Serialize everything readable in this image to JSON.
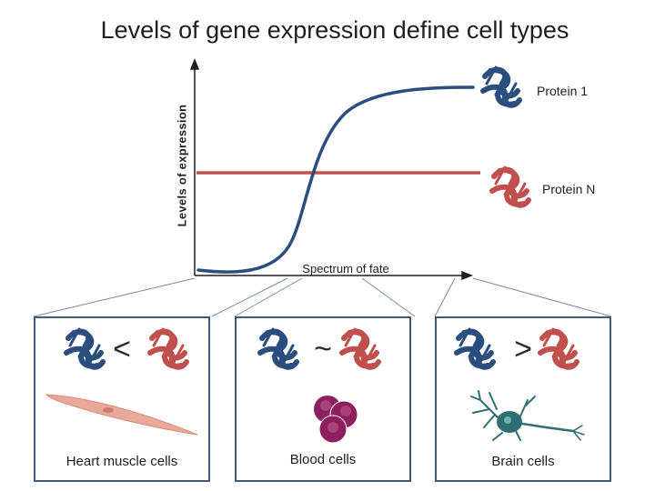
{
  "title": "Levels of gene expression define cell types",
  "y_axis_label": "Levels of expression",
  "x_axis_label": "Spectrum of fate",
  "proteins": {
    "protein_1": {
      "label": "Protein 1",
      "color": "#2b4e7e"
    },
    "protein_n": {
      "label": "Protein N",
      "color": "#c0504d"
    }
  },
  "panels": [
    {
      "cell": "Heart muscle cells",
      "comparison": "<"
    },
    {
      "cell": "Blood cells",
      "comparison": "~"
    },
    {
      "cell": "Brain cells",
      "comparison": ">"
    }
  ]
}
